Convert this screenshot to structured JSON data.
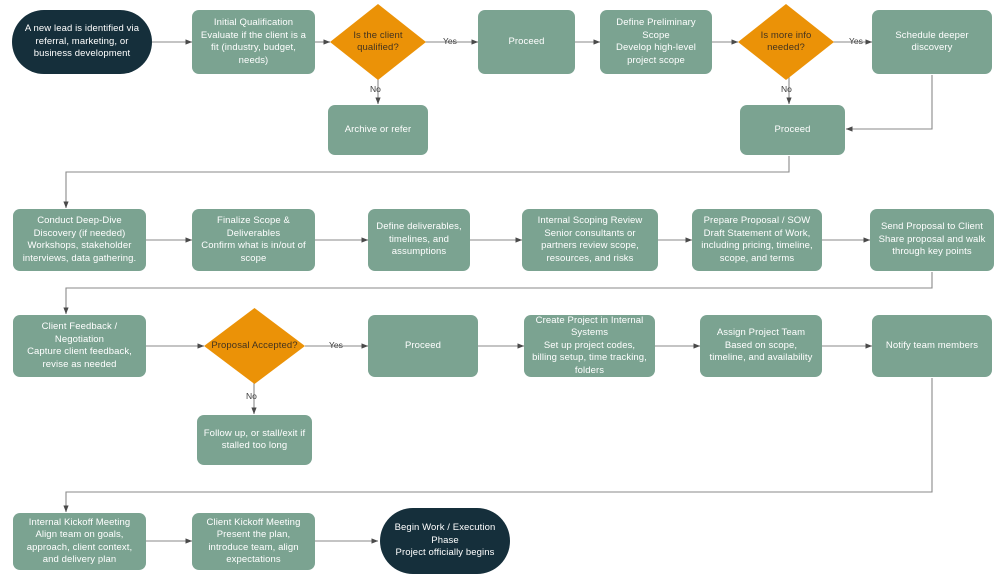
{
  "diagram": {
    "title": "Client Onboarding and Project Kickoff Flowchart",
    "colors": {
      "process_fill": "#7ba391",
      "terminator_fill": "#152f3b",
      "decision_fill": "#eb9207",
      "edge_stroke": "#8a8a8a",
      "text_light": "#ffffff",
      "text_dark": "#43331f",
      "background": "#ffffff"
    },
    "nodes": [
      {
        "id": "n1",
        "type": "terminator",
        "label": "A new lead is identified via referral, marketing, or business development"
      },
      {
        "id": "n2",
        "type": "process",
        "label": "Initial Qualification\nEvaluate if the client is a fit (industry, budget, needs)"
      },
      {
        "id": "n3",
        "type": "decision",
        "label": "Is the client qualified?"
      },
      {
        "id": "n4",
        "type": "process",
        "label": "Proceed"
      },
      {
        "id": "n5",
        "type": "process",
        "label": "Define Preliminary Scope\nDevelop high-level project scope"
      },
      {
        "id": "n6",
        "type": "decision",
        "label": "Is more info needed?"
      },
      {
        "id": "n7",
        "type": "process",
        "label": "Schedule deeper discovery"
      },
      {
        "id": "n8",
        "type": "process",
        "label": "Archive or refer"
      },
      {
        "id": "n9",
        "type": "process",
        "label": "Proceed"
      },
      {
        "id": "n10",
        "type": "process",
        "label": "Conduct Deep-Dive Discovery (if needed)\nWorkshops, stakeholder interviews, data gathering."
      },
      {
        "id": "n11",
        "type": "process",
        "label": "Finalize Scope & Deliverables\nConfirm what is in/out of scope"
      },
      {
        "id": "n12",
        "type": "process",
        "label": "Define deliverables, timelines, and assumptions"
      },
      {
        "id": "n13",
        "type": "process",
        "label": "Internal Scoping Review\nSenior consultants or partners review scope, resources, and risks"
      },
      {
        "id": "n14",
        "type": "process",
        "label": "Prepare Proposal / SOW\nDraft Statement of Work, including pricing, timeline, scope, and terms"
      },
      {
        "id": "n15",
        "type": "process",
        "label": "Send Proposal to Client\nShare proposal and walk through key points"
      },
      {
        "id": "n16",
        "type": "process",
        "label": "Client Feedback / Negotiation\nCapture client feedback, revise as needed"
      },
      {
        "id": "n17",
        "type": "decision",
        "label": "Proposal Accepted?"
      },
      {
        "id": "n18",
        "type": "process",
        "label": "Proceed"
      },
      {
        "id": "n19",
        "type": "process",
        "label": "Create Project in Internal Systems\nSet up project codes, billing setup, time tracking, folders"
      },
      {
        "id": "n20",
        "type": "process",
        "label": "Assign Project Team\nBased on scope, timeline, and availability"
      },
      {
        "id": "n21",
        "type": "process",
        "label": "Notify team members"
      },
      {
        "id": "n22",
        "type": "process",
        "label": "Follow up, or stall/exit if stalled too long"
      },
      {
        "id": "n23",
        "type": "process",
        "label": "Internal Kickoff Meeting\nAlign team on goals, approach, client context, and delivery plan"
      },
      {
        "id": "n24",
        "type": "process",
        "label": "Client Kickoff Meeting\nPresent the plan, introduce team, align expectations"
      },
      {
        "id": "n25",
        "type": "terminator",
        "label": "Begin Work / Execution Phase\nProject officially begins"
      }
    ],
    "edge_labels": [
      {
        "id": "e_yes1",
        "text": "Yes"
      },
      {
        "id": "e_no1",
        "text": "No"
      },
      {
        "id": "e_yes2",
        "text": "Yes"
      },
      {
        "id": "e_no2",
        "text": "No"
      },
      {
        "id": "e_yes3",
        "text": "Yes"
      },
      {
        "id": "e_no3",
        "text": "No"
      }
    ]
  }
}
